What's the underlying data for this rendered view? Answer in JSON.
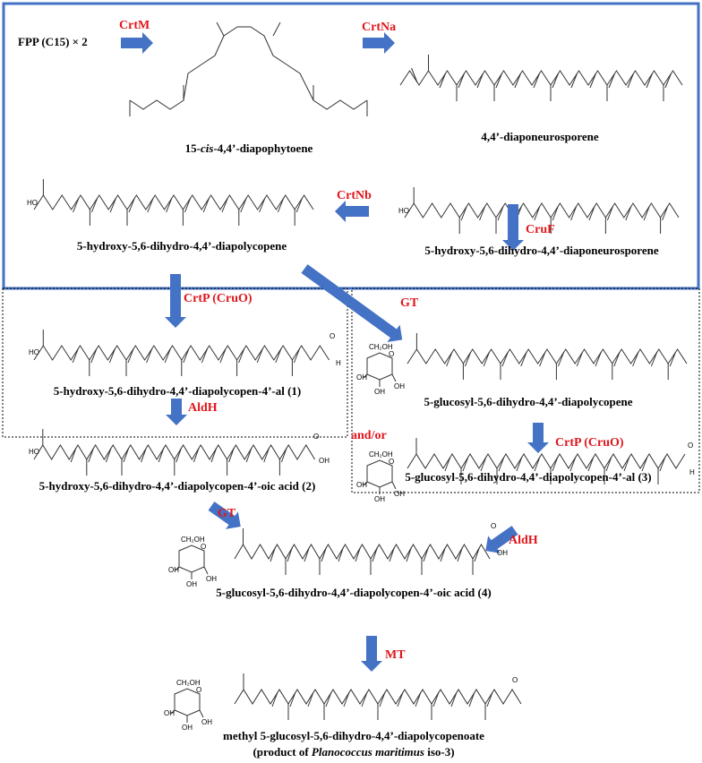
{
  "colors": {
    "box": "#4472c4",
    "arrow": "#4472c4",
    "enzyme": "#e0161c"
  },
  "start": "FPP (C15) × 2",
  "compounds": {
    "phytoene_pre": "15-",
    "phytoene_cis": "cis",
    "phytoene_post": "-4,4’-diapophytoene",
    "neurosporene": "4,4’-diaponeurosporene",
    "hydroxy_neuro": "5-hydroxy-5,6-dihydro-4,4’-diaponeurosporene",
    "hydroxy_lyco": "5-hydroxy-5,6-dihydro-4,4’-diapolycopene",
    "c1": "5-hydroxy-5,6-dihydro-4,4’-diapolycopen-4’-al (1)",
    "c2": "5-hydroxy-5,6-dihydro-4,4’-diapolycopen-4’-oic acid (2)",
    "glucosyl": "5-glucosyl-5,6-dihydro-4,4’-diapolycopene",
    "c3": "5-glucosyl-5,6-dihydro-4,4’-diapolycopen-4’-al (3)",
    "c4": "5-glucosyl-5,6-dihydro-4,4’-diapolycopen-4’-oic acid (4)",
    "final": "methyl 5-glucosyl-5,6-dihydro-4,4’-diapolycopenoate",
    "final_note_pre": "(product of ",
    "final_note_species": "Planococcus maritimus",
    "final_note_post": " iso-3)"
  },
  "enzymes": {
    "crtm": "CrtM",
    "crtna": "CrtNa",
    "cruf": "CruF",
    "crtnb": "CrtNb",
    "crtp": "CrtP (CruO)",
    "gt": "GT",
    "aldh": "AldH",
    "mt": "MT",
    "andor": "and/or"
  },
  "atoms": {
    "ho": "HO",
    "oh": "OH",
    "o": "O",
    "h": "H",
    "ch2oh": "CH₂OH"
  }
}
